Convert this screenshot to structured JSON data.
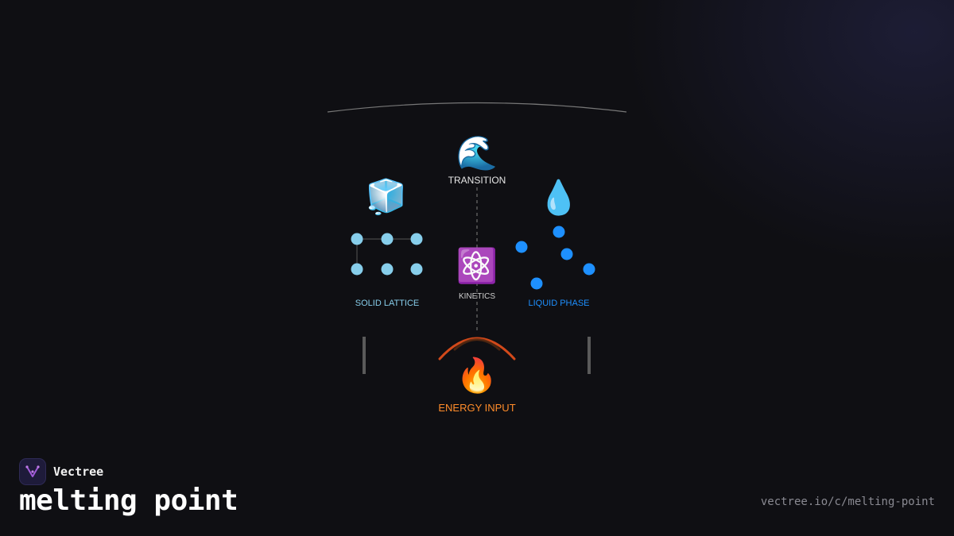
{
  "diagram": {
    "labels": {
      "transition": "TRANSITION",
      "solid": "SOLID LATTICE",
      "kinetics": "KINETICS",
      "liquid": "LIQUID PHASE",
      "energy": "ENERGY INPUT"
    },
    "icons": {
      "transition": "🌊",
      "solid": "🧊",
      "kinetics": "⚛️",
      "liquid": "💧",
      "energy": "🔥"
    },
    "colors": {
      "solid": "#87ceeb",
      "liquid": "#1e90ff",
      "energy": "#ff8c2a",
      "flame_arc": "#d2491a",
      "transition_text": "#e6e6e6",
      "kinetics_text": "#cfcfcf",
      "line": "#555555"
    }
  },
  "brand": {
    "name": "Vectree",
    "logo_icon": "vectree-logo-icon"
  },
  "title": "melting point",
  "source_url": "vectree.io/c/melting-point"
}
